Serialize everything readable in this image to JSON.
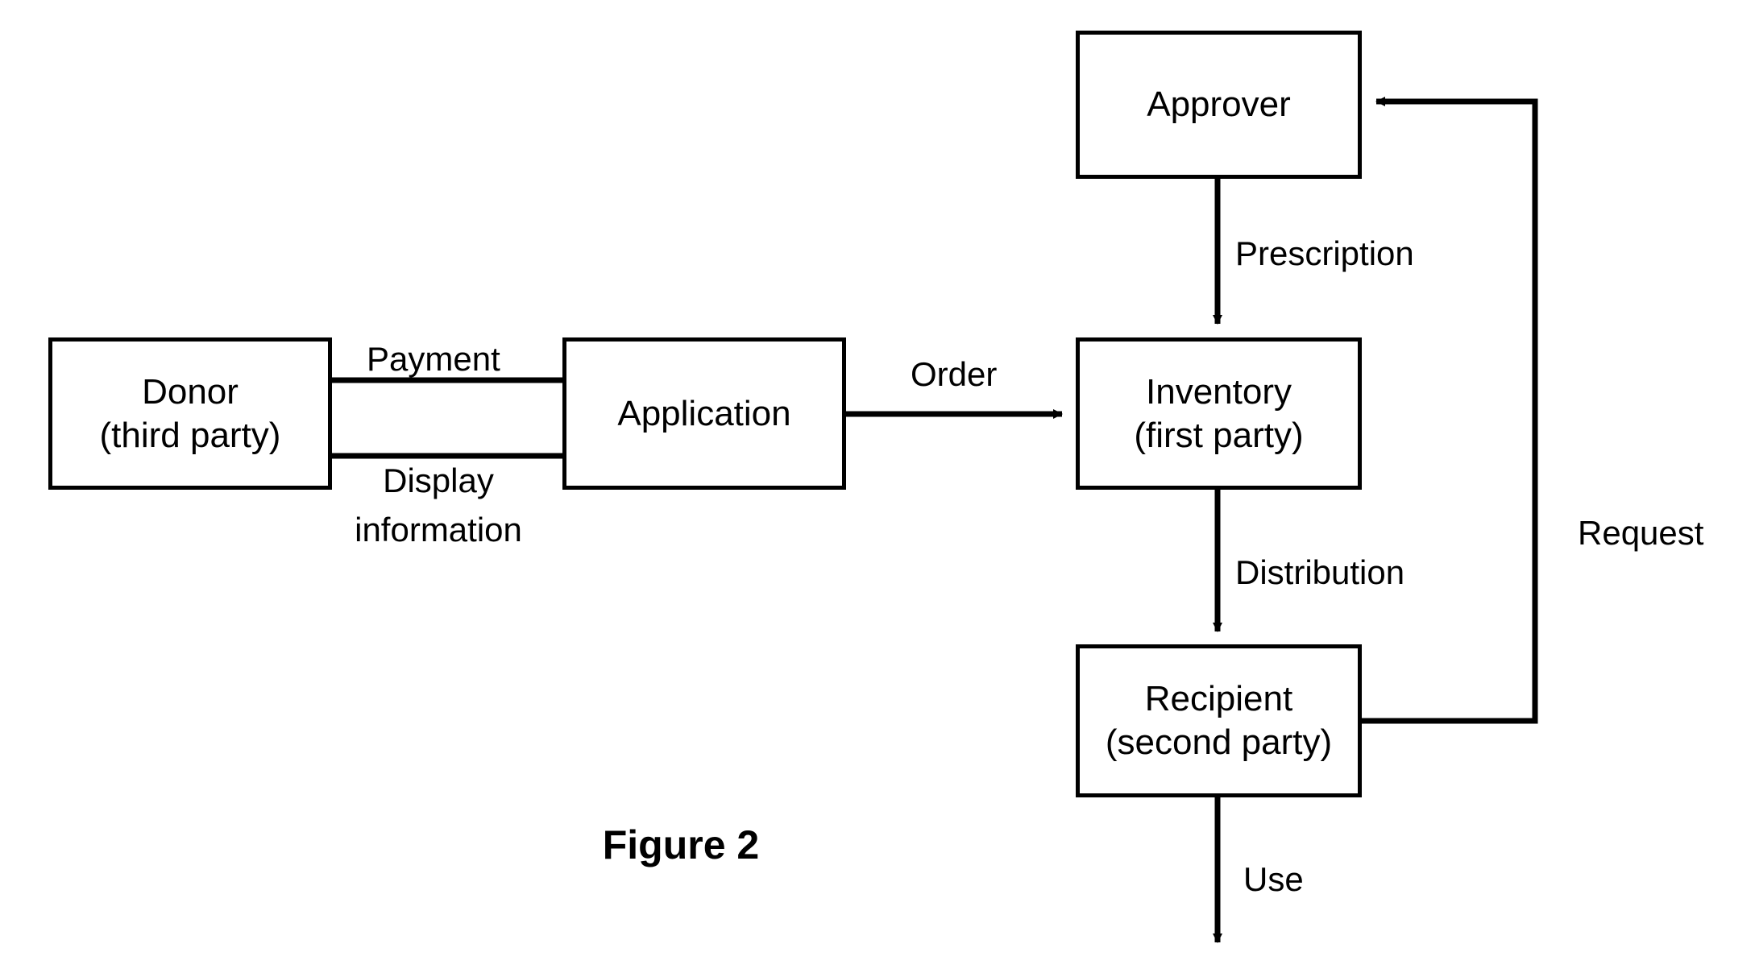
{
  "figure": {
    "caption": "Figure 2"
  },
  "nodes": [
    {
      "id": "donor",
      "line1": "Donor",
      "line2": "(third party)"
    },
    {
      "id": "application",
      "line1": "Application",
      "line2": ""
    },
    {
      "id": "approver",
      "line1": "Approver",
      "line2": ""
    },
    {
      "id": "inventory",
      "line1": "Inventory",
      "line2": "(first party)"
    },
    {
      "id": "recipient",
      "line1": "Recipient",
      "line2": "(second party)"
    }
  ],
  "edges": {
    "payment": "Payment",
    "display_line1": "Display",
    "display_line2": "information",
    "order": "Order",
    "prescription": "Prescription",
    "distribution": "Distribution",
    "request": "Request",
    "use": "Use"
  },
  "colors": {
    "stroke": "#000000",
    "background": "#ffffff",
    "text": "#000000"
  }
}
